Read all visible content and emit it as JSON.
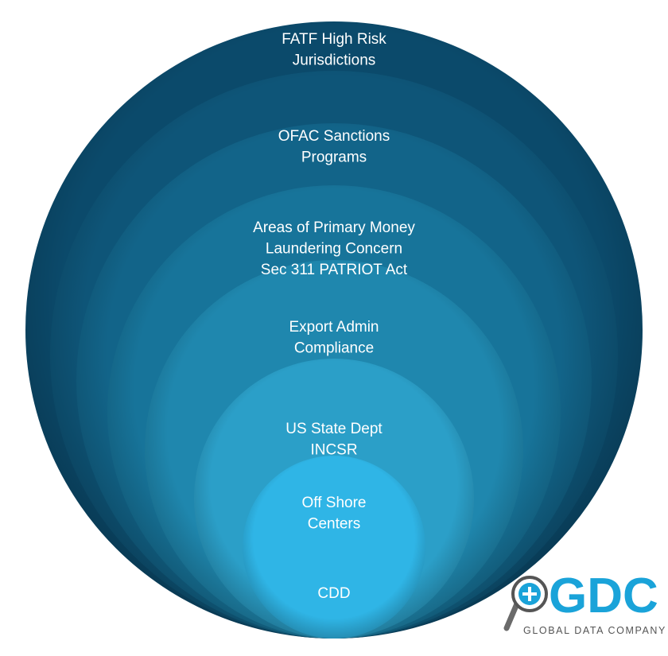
{
  "diagram": {
    "levels": [
      {
        "lines": [
          "FATF High Risk",
          "Jurisdictions"
        ],
        "color": "#0b4a6b"
      },
      {
        "lines": [
          "OFAC Sanctions",
          "Programs"
        ],
        "color": "#0e5578"
      },
      {
        "lines": [
          "Areas of Primary Money",
          "Laundering Concern",
          "Sec 311 PATRIOT Act"
        ],
        "color": "#126489"
      },
      {
        "lines": [
          "Export Admin",
          "Compliance"
        ],
        "color": "#17749a"
      },
      {
        "lines": [
          "US State Dept",
          "INCSR"
        ],
        "color": "#1f87ae"
      },
      {
        "lines": [
          "Off Shore",
          "Centers"
        ],
        "color": "#2b9fc8"
      },
      {
        "lines": [
          "CDD"
        ],
        "color": "#2fb5e6"
      }
    ]
  },
  "logo": {
    "word": "GDC",
    "tagline": "GLOBAL DATA COMPANY",
    "word_color": "#1aa3d9",
    "tagline_color": "#555555",
    "icon": "magnifier-plus-icon"
  }
}
